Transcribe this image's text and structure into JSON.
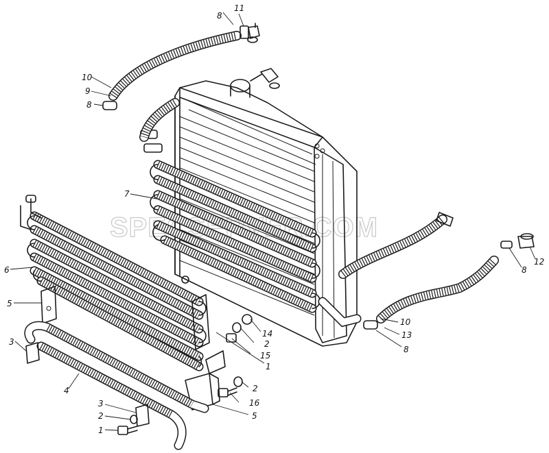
{
  "watermark": "SPECSERVER.COM",
  "callouts": [
    {
      "id": "c-11-top",
      "text": "11"
    },
    {
      "id": "c-8-top",
      "text": "8"
    },
    {
      "id": "c-10-left",
      "text": "10"
    },
    {
      "id": "c-9-left",
      "text": "9"
    },
    {
      "id": "c-8-left",
      "text": "8"
    },
    {
      "id": "c-7",
      "text": "7"
    },
    {
      "id": "c-6",
      "text": "6"
    },
    {
      "id": "c-5-left",
      "text": "5"
    },
    {
      "id": "c-3-left",
      "text": "3"
    },
    {
      "id": "c-4",
      "text": "4"
    },
    {
      "id": "c-3-bottom",
      "text": "3"
    },
    {
      "id": "c-2-bottom",
      "text": "2"
    },
    {
      "id": "c-1-bottom",
      "text": "1"
    },
    {
      "id": "c-14",
      "text": "14"
    },
    {
      "id": "c-2-mid",
      "text": "2"
    },
    {
      "id": "c-15",
      "text": "15"
    },
    {
      "id": "c-1-mid",
      "text": "1"
    },
    {
      "id": "c-2-low",
      "text": "2"
    },
    {
      "id": "c-16",
      "text": "16"
    },
    {
      "id": "c-5-low",
      "text": "5"
    },
    {
      "id": "c-10-right",
      "text": "10"
    },
    {
      "id": "c-13",
      "text": "13"
    },
    {
      "id": "c-8-right-low",
      "text": "8"
    },
    {
      "id": "c-8-right",
      "text": "8"
    },
    {
      "id": "c-12",
      "text": "12"
    }
  ]
}
